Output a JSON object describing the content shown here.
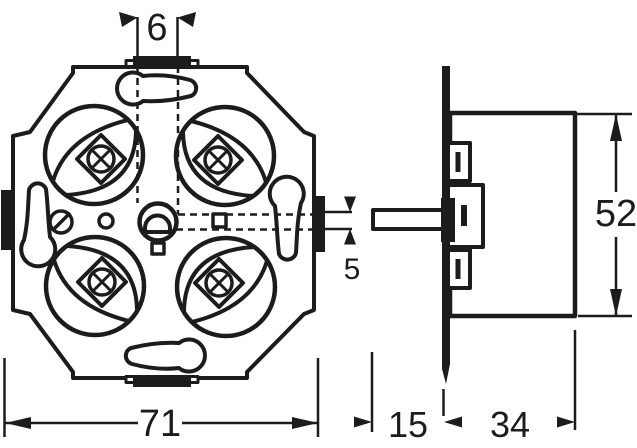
{
  "figure": {
    "kind": "technical-dimension-drawing",
    "views": [
      "front",
      "side"
    ]
  },
  "colors": {
    "line": "#1c1c1c",
    "background": "#ffffff"
  },
  "front_view": {
    "dim_top_slot_width": "6",
    "dim_overall_width": "71",
    "dim_axis_square": "5"
  },
  "side_view": {
    "dim_body_height": "52",
    "dim_shaft_projection": "15",
    "dim_body_depth": "34"
  }
}
